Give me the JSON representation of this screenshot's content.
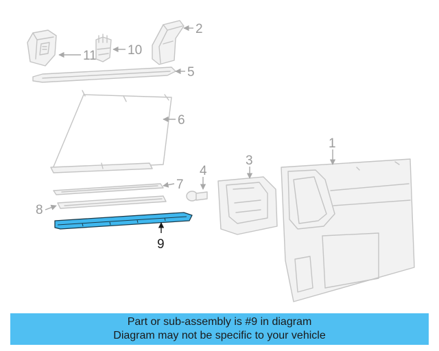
{
  "callouts": {
    "c1": "1",
    "c2": "2",
    "c3": "3",
    "c4": "4",
    "c5": "5",
    "c6": "6",
    "c7": "7",
    "c8": "8",
    "c9": "9",
    "c10": "10",
    "c11": "11"
  },
  "highlighted_part": "9",
  "colors": {
    "highlight": "#3fb7ee",
    "banner": "#50bff2",
    "outline": "#c4c4c4"
  },
  "banner": {
    "line1": "Part or sub-assembly is #9 in diagram",
    "line2": "Diagram may not be specific to your vehicle"
  }
}
